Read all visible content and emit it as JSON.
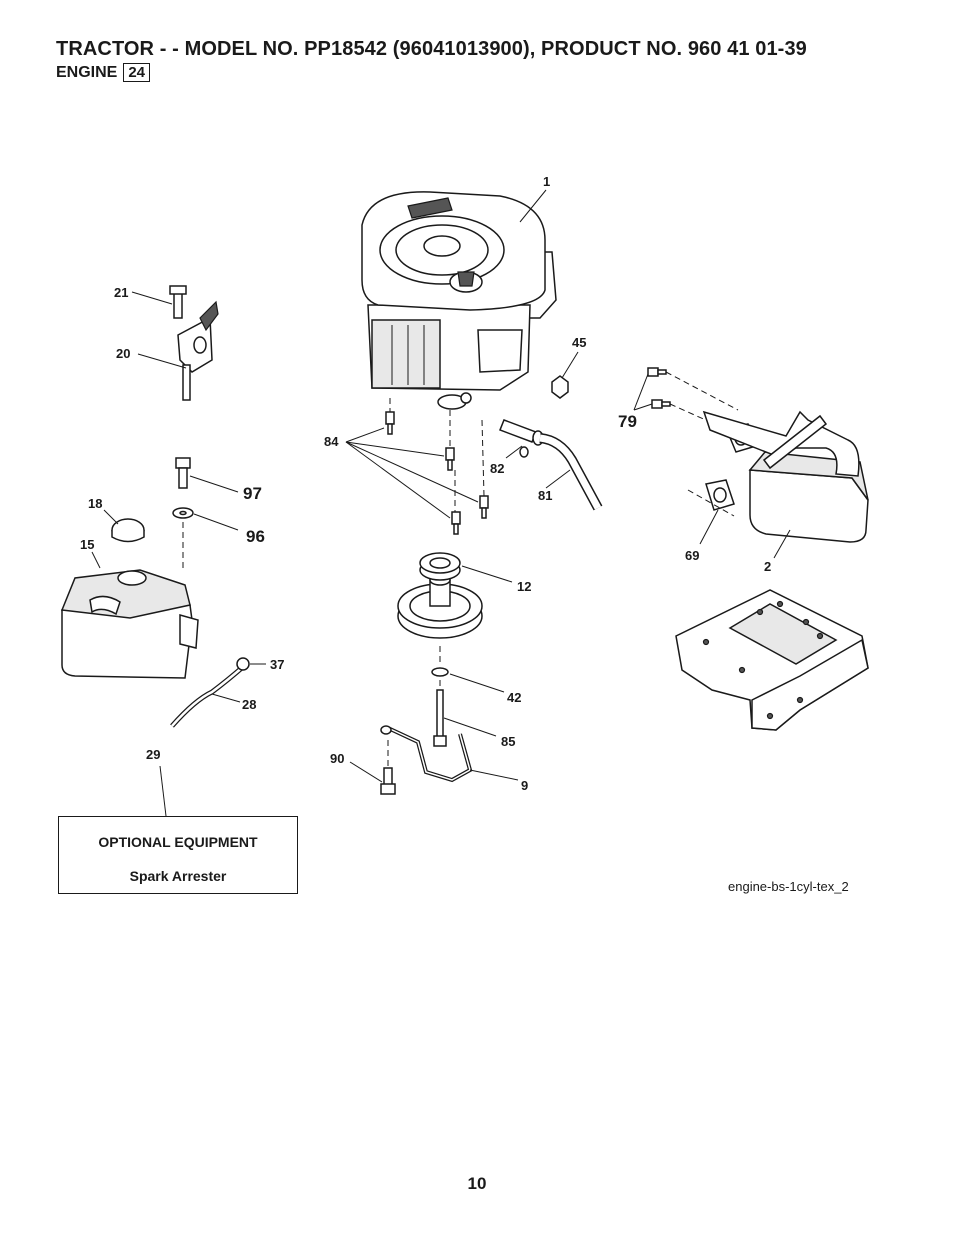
{
  "header": {
    "title": "TRACTOR - - MODEL NO. PP18542   (96041013900), PRODUCT NO. 960 41 01-39",
    "section_name": "ENGINE",
    "section_number": "24"
  },
  "callouts": {
    "c1": "1",
    "c2": "2",
    "c9": "9",
    "c12": "12",
    "c15": "15",
    "c18": "18",
    "c20": "20",
    "c21": "21",
    "c28": "28",
    "c29": "29",
    "c37": "37",
    "c42": "42",
    "c45": "45",
    "c69": "69",
    "c79": "79",
    "c81": "81",
    "c82": "82",
    "c84": "84",
    "c85": "85",
    "c90": "90",
    "c96": "96",
    "c97": "97"
  },
  "optional_equipment": {
    "title": "OPTIONAL EQUIPMENT",
    "item": "Spark Arrester"
  },
  "diagram_ref": "engine-bs-1cyl-tex_2",
  "page_number": "10"
}
